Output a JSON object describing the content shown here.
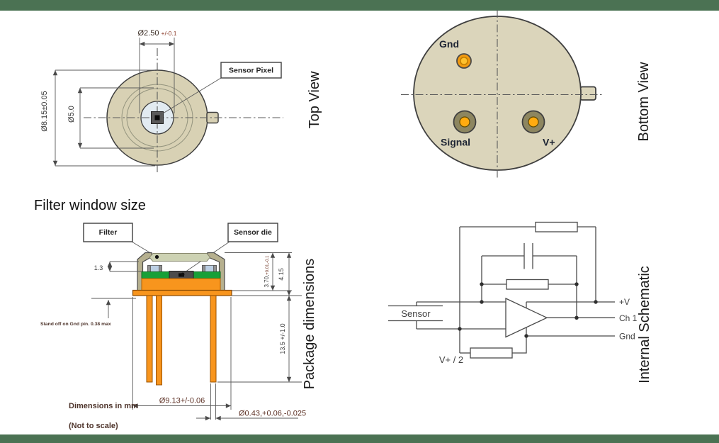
{
  "colors": {
    "bar_green": "#4b7253",
    "body_tan": "#d8d1b4",
    "bottom_tan": "#dbd5bb",
    "window_blue": "#e2ebf1",
    "orange": "#f8951d",
    "pcb_green": "#17a038",
    "filter_sage": "#cdd2b3",
    "cap_khaki": "#b6b08f",
    "component_blue": "#bccfe3",
    "pin_ring_olive": "#8d8660",
    "pin_orange": "#ffab10",
    "line_gray": "#4a4a4a"
  },
  "top_view": {
    "title": "Top View",
    "sensor_pixel": "Sensor Pixel",
    "dim_window_main": "Ø2.50 ",
    "dim_window_tol": "+/-0.1",
    "dim_outer": "Ø8.15±0.05",
    "dim_inner": "Ø5.0"
  },
  "bottom_view": {
    "title": "Bottom View",
    "pin_gnd": "Gnd",
    "pin_signal": "Signal",
    "pin_vplus": "V+"
  },
  "package": {
    "heading": "Filter window size",
    "title": "Package dimensions",
    "filter_label": "Filter",
    "sensor_die_label": "Sensor die",
    "dim_filter_gap": "1.3",
    "dim_inner_height_main": "3.70,",
    "dim_inner_height_tol": "+0.01,-0.1",
    "dim_cap_height": "4.15",
    "dim_pin_length": "13.5 +/-1.0",
    "standoff_note": "Stand off on Gnd pin. 0.38 max",
    "dim_flange": "Ø9.13+/-0.06",
    "dim_pin_dia": "Ø0.43,+0.06,-0.025",
    "note_units": "Dimensions in mm",
    "note_scale": "(Not to scale)"
  },
  "schematic": {
    "title": "Internal Schematic",
    "sensor_label": "Sensor",
    "bias_label": "V+ / 2",
    "out_vplus": "+V",
    "out_ch1": "Ch 1",
    "out_gnd": "Gnd"
  }
}
